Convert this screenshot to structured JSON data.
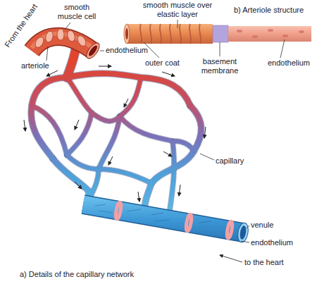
{
  "diagram": {
    "labels": [
      "From the heart",
      "smooth muscle cell",
      "arteriole",
      "endothelium",
      "capillary",
      "venule",
      "endothelium",
      "to the heart",
      "a) Details of the capillary network",
      "smooth muscle over elastic layer",
      "b) Arteriole structure",
      "outer coat",
      "basement membrane",
      "endothelium"
    ]
  }
}
